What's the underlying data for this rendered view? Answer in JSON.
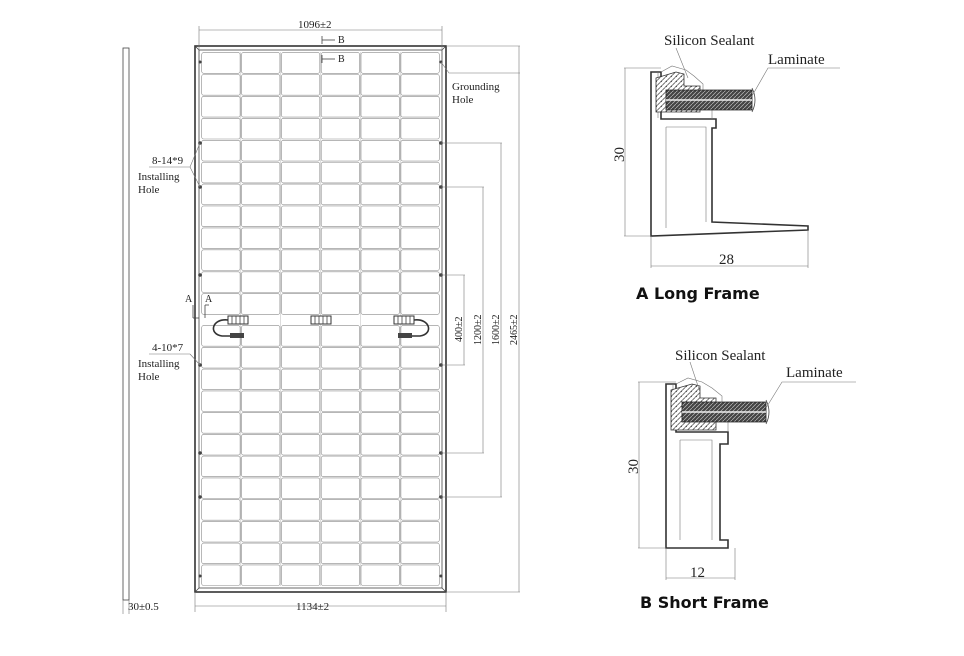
{
  "module": {
    "dim_top_width": "1096±2",
    "dim_bottom_width": "1134±2",
    "dim_thickness": "30±0.5",
    "dim_length": "2465±2",
    "dim_1600": "1600±2",
    "dim_1200": "1200±2",
    "dim_400": "400±2",
    "section_b_marker": "B",
    "section_a_marker": "A",
    "grounding_hole_line1": "Grounding",
    "grounding_hole_line2": "Hole",
    "install_hole_1_spec": "8-14*9",
    "install_hole_2_spec": "4-10*7",
    "install_hole_line1": "Installing",
    "install_hole_line2": "Hole",
    "cell_columns": 6,
    "cell_rows": 24
  },
  "section_a": {
    "title": "A Long Frame",
    "sealant_label": "Silicon Sealant",
    "laminate_label": "Laminate",
    "height_dim": "30",
    "width_dim": "28"
  },
  "section_b": {
    "title": "B Short Frame",
    "sealant_label": "Silicon Sealant",
    "laminate_label": "Laminate",
    "height_dim": "30",
    "width_dim": "12"
  }
}
